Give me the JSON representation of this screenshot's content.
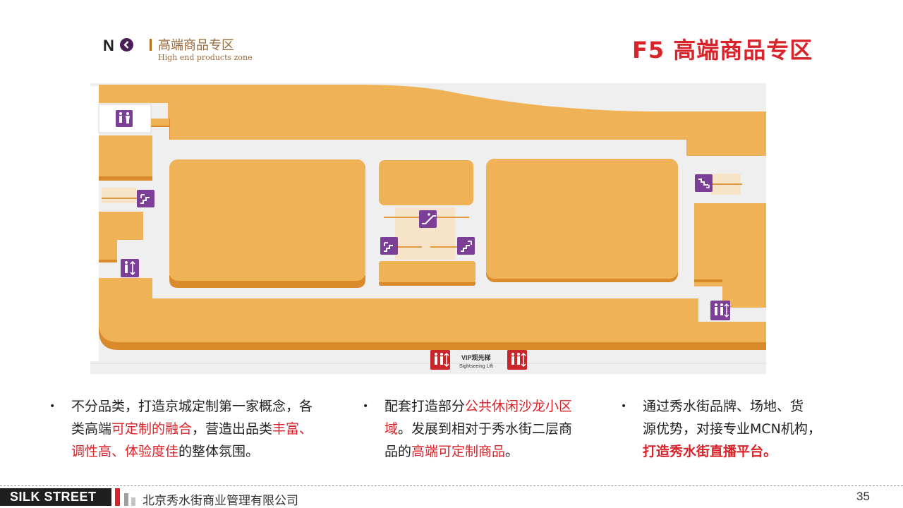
{
  "header": {
    "north_letter": "N",
    "zone_title_cn": "高端商品专区",
    "zone_title_en": "High end products zone",
    "page_title": "F5 高端商品专区"
  },
  "map": {
    "vip_label": "VIP观光梯",
    "vip_label_en": "Sightseeing Lift",
    "colors": {
      "shop": "#f0b257",
      "shop_edge": "#d98a2b",
      "corridor": "#efefef",
      "icon": "#7b3f98",
      "lift_red": "#c8262b"
    },
    "icons": [
      "restroom-icon",
      "escalator-icon",
      "stairs-icon",
      "elevator-icon",
      "vip-elevator-icon"
    ]
  },
  "bullets": [
    {
      "segments": [
        {
          "t": "不分品类，打造京城定制第一家概念，各"
        },
        {
          "t": "类高端"
        },
        {
          "t": "可定制的融合",
          "c": "red"
        },
        {
          "t": "，营造出品类"
        },
        {
          "t": "丰富、",
          "c": "red"
        },
        {
          "t": "调性高、体验度佳",
          "c": "red"
        },
        {
          "t": "的整体氛围。"
        }
      ]
    },
    {
      "segments": [
        {
          "t": "配套打造部分"
        },
        {
          "t": "公共休闲沙龙小区",
          "c": "red"
        },
        {
          "t": "域",
          "c": "red"
        },
        {
          "t": "。发展到相对于秀水街二层商"
        },
        {
          "t": "品的"
        },
        {
          "t": "高端可定制商品",
          "c": "red"
        },
        {
          "t": "。"
        }
      ]
    },
    {
      "segments": [
        {
          "t": "通过秀水街品牌、场地、货"
        },
        {
          "t": "源优势，对接专业MCN机构，"
        },
        {
          "t": "打造秀水街直播平台。",
          "c": "bold-red"
        }
      ]
    }
  ],
  "footer": {
    "brand": "SILK STREET",
    "company": "北京秀水街商业管理有限公司",
    "page_number": "35"
  }
}
